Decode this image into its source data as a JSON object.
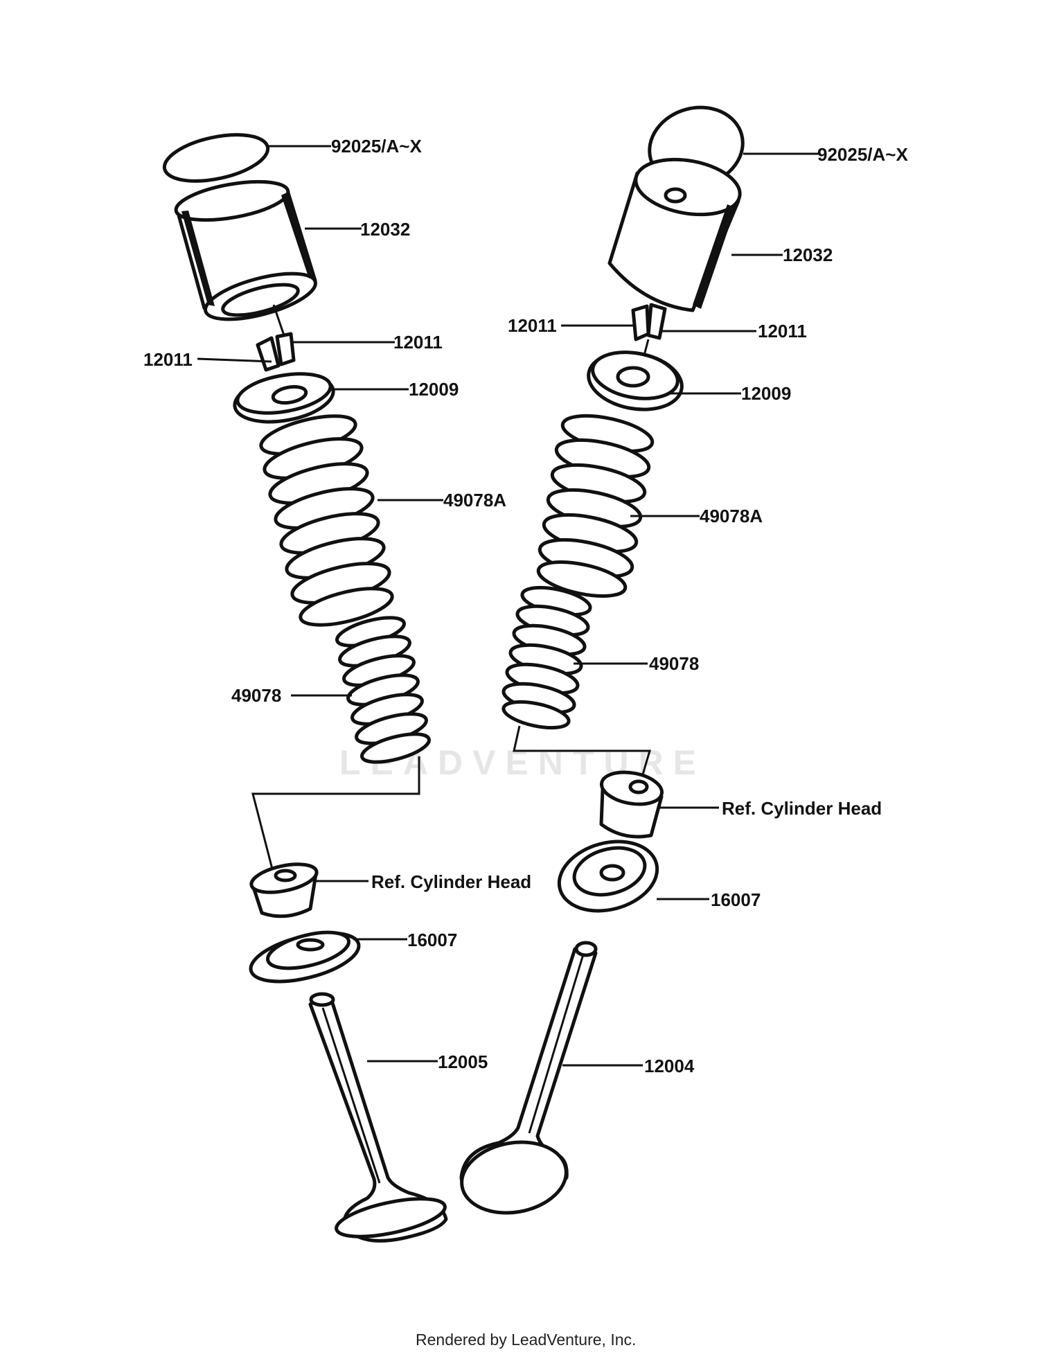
{
  "watermark": "LEADVENTURE",
  "footer": "Rendered by LeadVenture, Inc.",
  "left_assembly": {
    "shim": "92025/A~X",
    "tappet": "12032",
    "cotter_right": "12011",
    "cotter_left": "12011",
    "retainer": "12009",
    "outer_spring": "49078A",
    "inner_spring": "49078",
    "guide": "Ref. Cylinder Head",
    "seat": "16007",
    "valve": "12005"
  },
  "right_assembly": {
    "shim": "92025/A~X",
    "tappet": "12032",
    "cotter_left": "12011",
    "cotter_right": "12011",
    "retainer": "12009",
    "outer_spring": "49078A",
    "inner_spring": "49078",
    "guide": "Ref. Cylinder Head",
    "seat": "16007",
    "valve": "12004"
  }
}
